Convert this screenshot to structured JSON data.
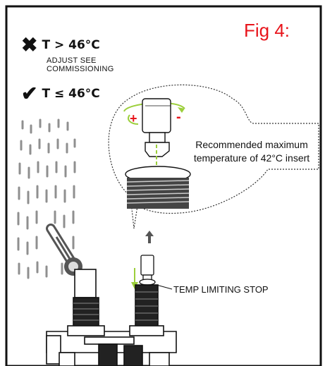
{
  "figure": {
    "title": "Fig 4:",
    "warning": {
      "label": "T > 46°C",
      "action_line1": "ADJUST SEE",
      "action_line2": "COMMISSIONING",
      "icon": "cross-icon"
    },
    "ok": {
      "label": "T ≤ 46°C",
      "icon": "check-icon"
    },
    "callout": {
      "line1": "Recommended maximum",
      "line2": "temperature of 42°C insert"
    },
    "stop_label": "TEMP LIMITING STOP",
    "rotation_plus": "+",
    "rotation_minus": "-",
    "colors": {
      "title": "#e8141b",
      "frame": "#111111",
      "insert_green": "#9ccf3c",
      "water": "#8f8f8f"
    }
  }
}
